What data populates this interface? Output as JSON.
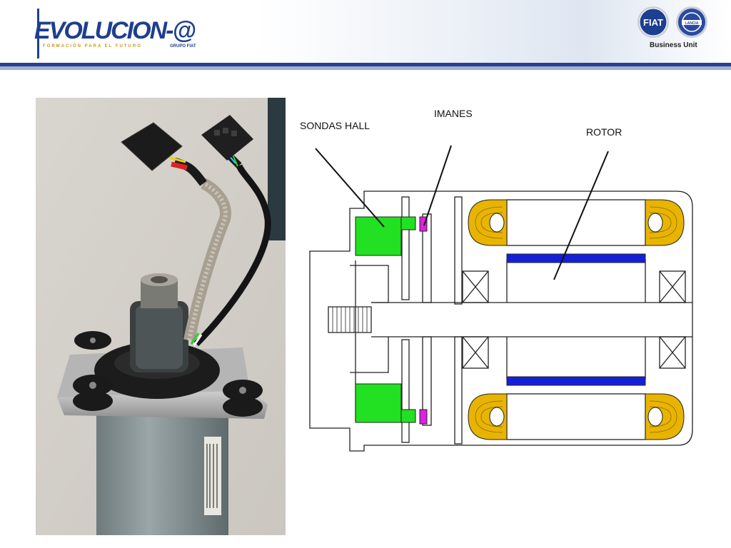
{
  "header": {
    "logo_text": "EVOLUCION-@",
    "logo_tagline": "FORMACIÓN PARA EL FUTURO",
    "logo_group": "GRUPO FIAT",
    "brand_left": "FIAT",
    "brand_right": "LANCIA",
    "business_unit": "Business Unit"
  },
  "diagram": {
    "labels": {
      "sondas_hall": "SONDAS HALL",
      "imanes": "IMANES",
      "rotor": "ROTOR"
    },
    "colors": {
      "hall_sensor": "#22e022",
      "magnet": "#e020e0",
      "winding": "#e8b400",
      "rotor_bar": "#1420d8"
    }
  },
  "colors": {
    "brand_blue": "#1d3f8f",
    "stripe_dark": "#2a3f8f",
    "stripe_light": "#9fb0d8"
  }
}
